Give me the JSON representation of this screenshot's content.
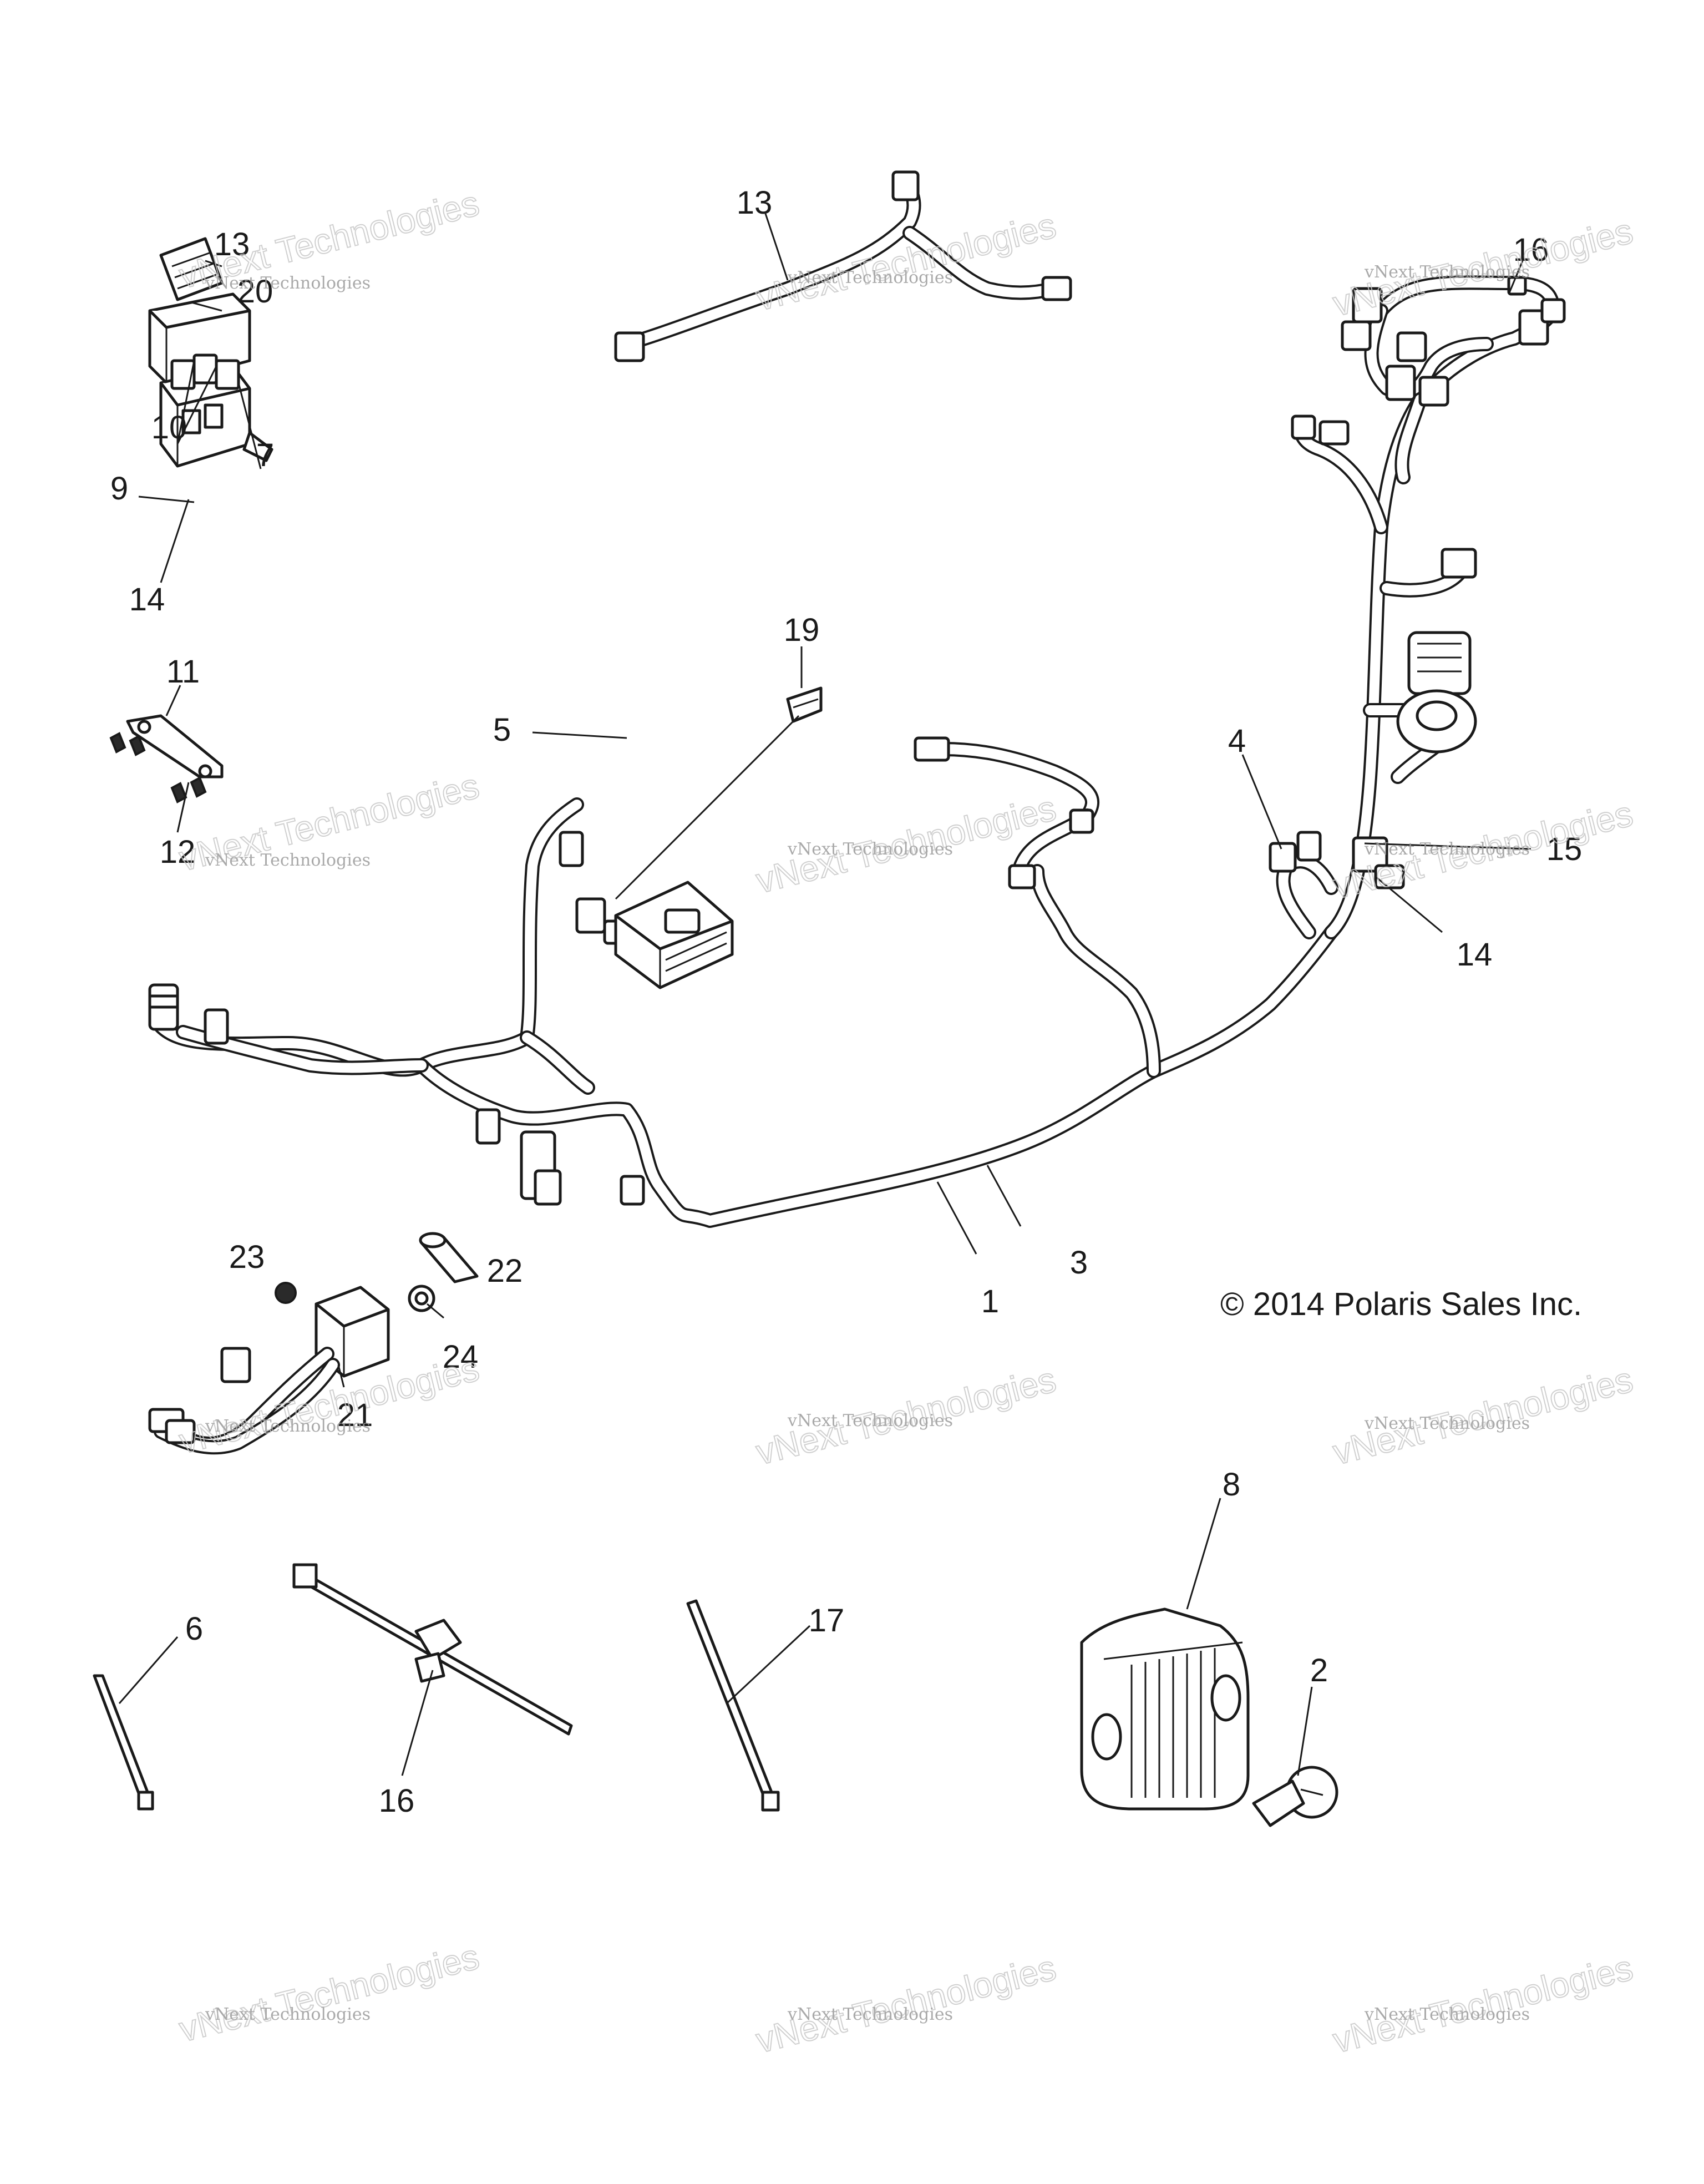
{
  "callouts": [
    {
      "id": "c13a",
      "label": "13"
    },
    {
      "id": "c20",
      "label": "20"
    },
    {
      "id": "c13b",
      "label": "13"
    },
    {
      "id": "c16a",
      "label": "16"
    },
    {
      "id": "c10",
      "label": "10"
    },
    {
      "id": "c7",
      "label": "7"
    },
    {
      "id": "c9",
      "label": "9"
    },
    {
      "id": "c14a",
      "label": "14"
    },
    {
      "id": "c19",
      "label": "19"
    },
    {
      "id": "c11",
      "label": "11"
    },
    {
      "id": "c5",
      "label": "5"
    },
    {
      "id": "c4",
      "label": "4"
    },
    {
      "id": "c12",
      "label": "12"
    },
    {
      "id": "c15",
      "label": "15"
    },
    {
      "id": "c14b",
      "label": "14"
    },
    {
      "id": "c23",
      "label": "23"
    },
    {
      "id": "c22",
      "label": "22"
    },
    {
      "id": "c3",
      "label": "3"
    },
    {
      "id": "c1",
      "label": "1"
    },
    {
      "id": "c24",
      "label": "24"
    },
    {
      "id": "c21",
      "label": "21"
    },
    {
      "id": "c8",
      "label": "8"
    },
    {
      "id": "c6",
      "label": "6"
    },
    {
      "id": "c17",
      "label": "17"
    },
    {
      "id": "c2",
      "label": "2"
    },
    {
      "id": "c16b",
      "label": "16"
    }
  ],
  "copyright": "© 2014 Polaris Sales Inc.",
  "watermark": {
    "small": "vNext Technologies",
    "large": "vNext Technologies"
  }
}
